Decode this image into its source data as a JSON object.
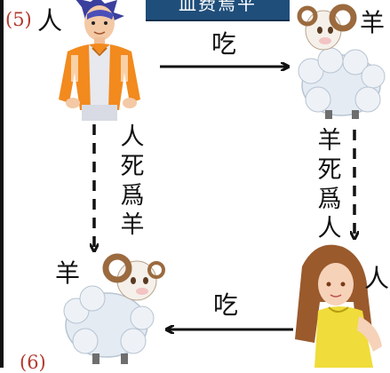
{
  "banner": {
    "text": "血费焉平"
  },
  "problem_numbers": {
    "first": "(5)",
    "second": "(6)"
  },
  "nodes": {
    "person_top_left": "人",
    "sheep_top_right": "羊",
    "sheep_bottom_left": "羊",
    "person_bottom_right": "人"
  },
  "edges": {
    "top_eat": "吃",
    "bottom_eat": "吃",
    "left_chars": [
      "人",
      "死",
      "爲",
      "羊"
    ],
    "right_chars": [
      "羊",
      "死",
      "爲",
      "人"
    ]
  },
  "colors": {
    "banner": "#1f4e7a",
    "number_red": "#b23a2e",
    "arrow": "#111111"
  }
}
